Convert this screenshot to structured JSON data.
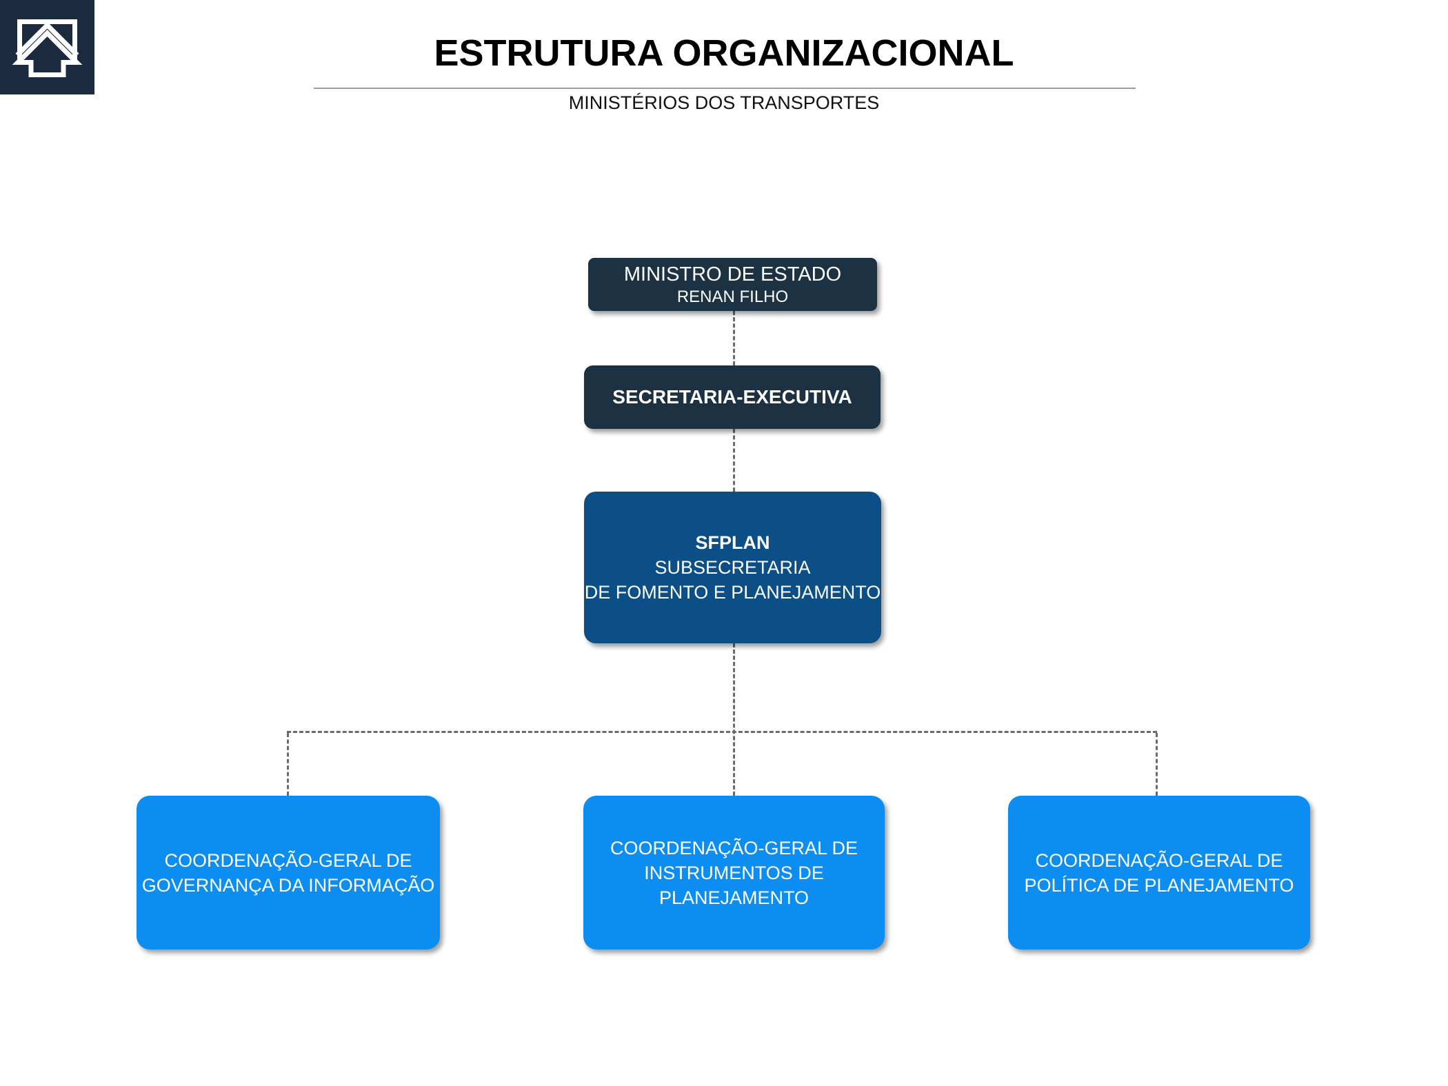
{
  "header": {
    "title": "ESTRUTURA ORGANIZACIONAL",
    "subtitle": "MINISTÉRIOS DOS TRANSPORTES"
  },
  "logo": {
    "icon": "house-arrow-icon"
  },
  "colors": {
    "navy": "#1c3142",
    "logo_navy": "#1b2a3e",
    "mid_blue": "#0c4e86",
    "bright_blue": "#0c8df2",
    "connector": "#6b6b6b",
    "underline": "#9b9b9b"
  },
  "org_chart": {
    "minister": {
      "title": "MINISTRO DE ESTADO",
      "name": "RENAN FILHO"
    },
    "executive_secretariat": {
      "title": "SECRETARIA-EXECUTIVA"
    },
    "sfplan": {
      "code": "SFPLAN",
      "line2": "SUBSECRETARIA",
      "line3": "DE FOMENTO E PLANEJAMENTO"
    },
    "coordinations": [
      {
        "lines": [
          "COORDENAÇÃO-GERAL DE",
          "GOVERNANÇA DA INFORMAÇÃO"
        ]
      },
      {
        "lines": [
          "COORDENAÇÃO-GERAL DE",
          "INSTRUMENTOS DE",
          "PLANEJAMENTO"
        ]
      },
      {
        "lines": [
          "COORDENAÇÃO-GERAL DE",
          "POLÍTICA DE PLANEJAMENTO"
        ]
      }
    ]
  }
}
